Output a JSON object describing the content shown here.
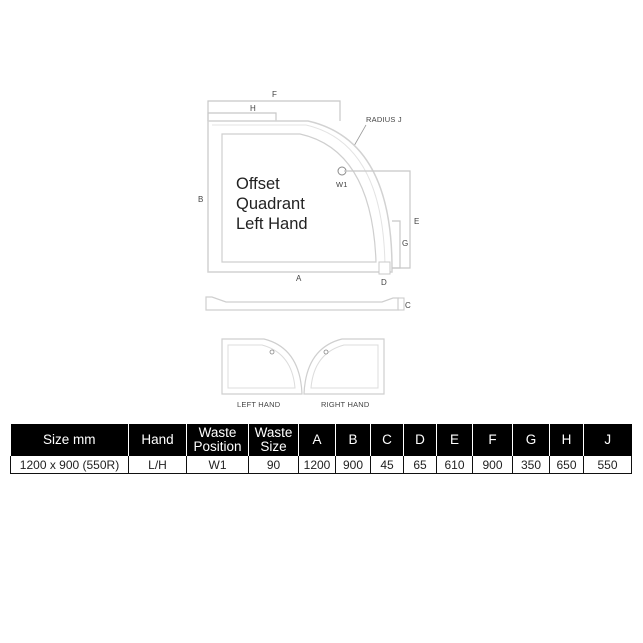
{
  "diagram": {
    "tray_text": [
      "Offset",
      "Quadrant",
      "Left Hand"
    ],
    "dimension_labels": {
      "F": "F",
      "H": "H",
      "B": "B",
      "A": "A",
      "E": "E",
      "G": "G",
      "D": "D",
      "C": "C",
      "radius": "RADIUS J",
      "waste": "W1"
    },
    "left_hand_label": "LEFT HAND",
    "right_hand_label": "RIGHT HAND"
  },
  "table": {
    "headers": [
      "Size mm",
      "Hand",
      "Waste Position",
      "Waste Size",
      "A",
      "B",
      "C",
      "D",
      "E",
      "F",
      "G",
      "H",
      "J"
    ],
    "rows": [
      [
        "1200 x 900 (550R)",
        "L/H",
        "W1",
        "90",
        "1200",
        "900",
        "45",
        "65",
        "610",
        "900",
        "350",
        "650",
        "550"
      ]
    ]
  }
}
